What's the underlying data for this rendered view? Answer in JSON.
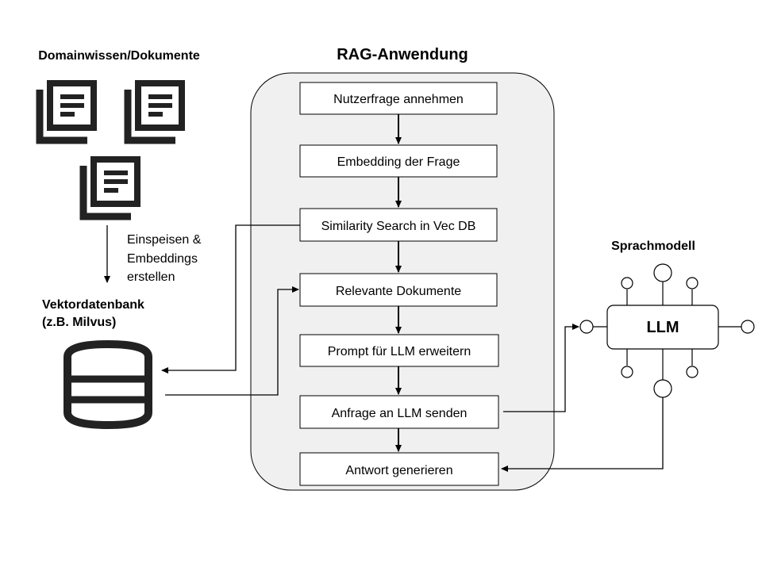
{
  "left": {
    "documents_title": "Domainwissen/Dokumente",
    "ingest_lines": [
      "Einspeisen &",
      "Embeddings",
      "erstellen"
    ],
    "vectordb_lines": [
      "Vektordatenbank",
      "(z.B. Milvus)"
    ]
  },
  "app": {
    "title": "RAG-Anwendung",
    "steps": [
      "Nutzerfrage annehmen",
      "Embedding der Frage",
      "Similarity Search in Vec DB",
      "Relevante Dokumente",
      "Prompt für LLM erweitern",
      "Anfrage an LLM senden",
      "Antwort generieren"
    ]
  },
  "model": {
    "title": "Sprachmodell",
    "llm_label": "LLM"
  },
  "icons": {
    "documents": "document-stack-icon",
    "database": "database-icon",
    "llm": "neural-network-icon"
  }
}
